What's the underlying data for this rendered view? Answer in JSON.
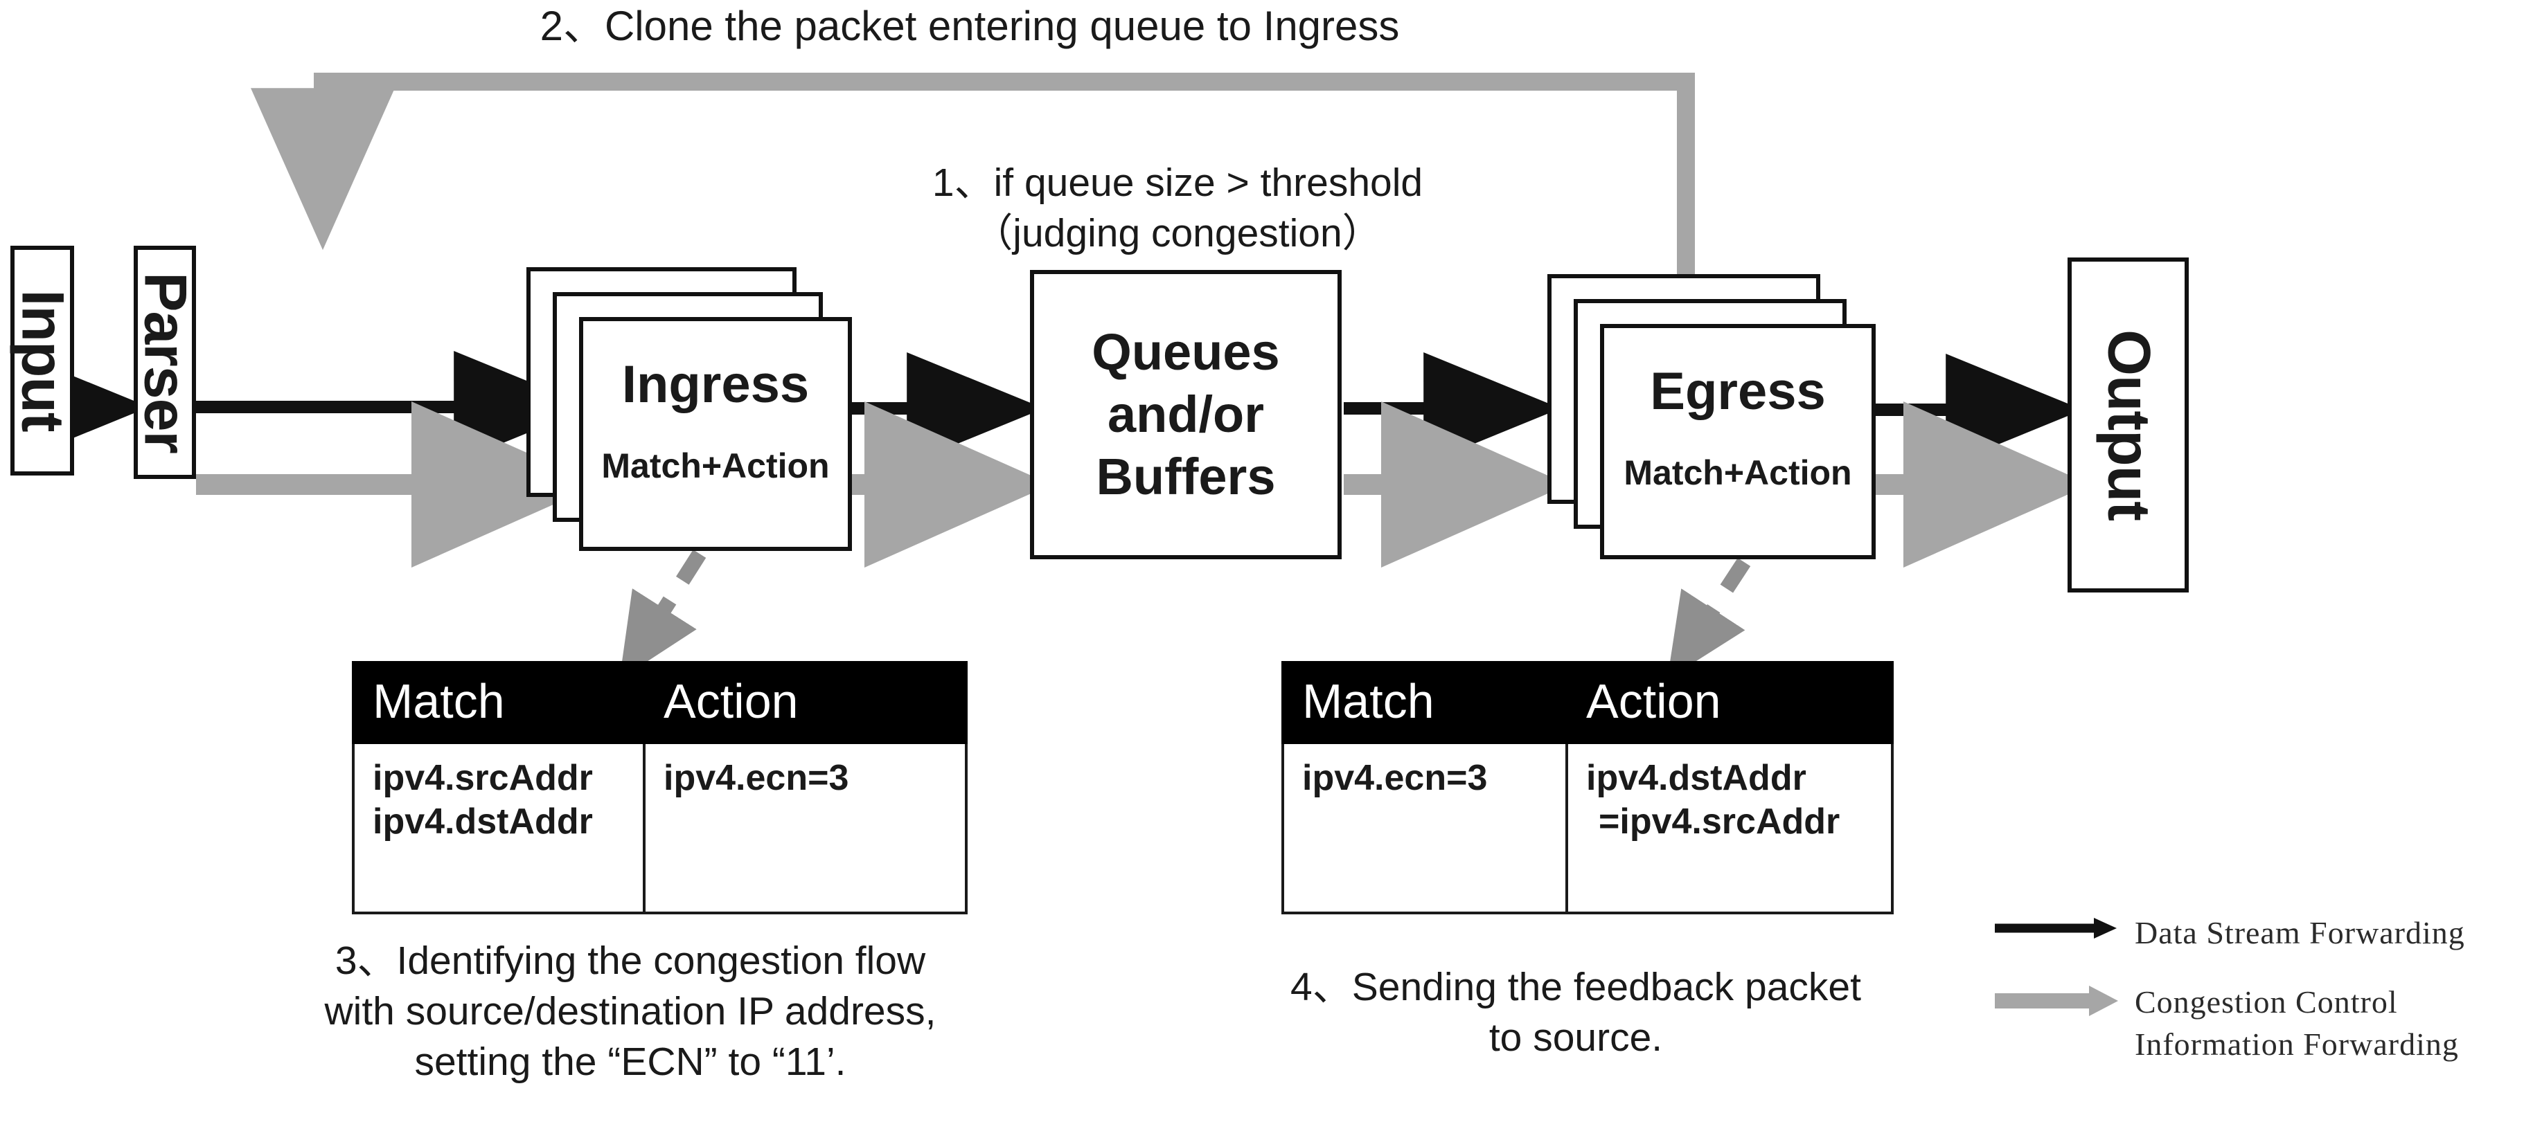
{
  "diagram": {
    "title": "P4 switch pipeline with ECN-based congestion control feedback",
    "colors": {
      "ink": "#111111",
      "gray_flow": "#a6a6a6",
      "header_fill": "#000000",
      "paper": "#ffffff"
    }
  },
  "pipeline": {
    "input": {
      "label": "Input"
    },
    "parser": {
      "label": "Parser"
    },
    "ingress": {
      "title": "Ingress",
      "subtitle": "Match+Action"
    },
    "queues": {
      "line1": "Queues",
      "line2": "and/or",
      "line3": "Buffers"
    },
    "egress": {
      "title": "Egress",
      "subtitle": "Match+Action"
    },
    "output": {
      "label": "Output"
    }
  },
  "notes": {
    "step1": "1、if queue size > threshold\n（judging congestion）",
    "step1_line1": "1、if queue size > threshold",
    "step1_line2": "（judging congestion）",
    "step2": "2、Clone the packet entering queue to Ingress",
    "step3_line1": "3、Identifying the congestion flow",
    "step3_line2": "with source/destination IP address,",
    "step3_line3": "setting the “ECN” to “11’.",
    "step4_line1": "4、Sending the feedback packet",
    "step4_line2": "to source."
  },
  "tables": {
    "ingress_table": {
      "headers": [
        "Match",
        "Action"
      ],
      "rows": [
        {
          "match": "ipv4.srcAddr\nipv4.dstAddr",
          "action": "ipv4.ecn=3"
        }
      ]
    },
    "egress_table": {
      "headers": [
        "Match",
        "Action"
      ],
      "rows": [
        {
          "match": "ipv4.ecn=3",
          "action": "ipv4.dstAddr\n=ipv4.srcAddr"
        }
      ]
    }
  },
  "legend": {
    "items": [
      {
        "style": "solid-black-arrow",
        "label": "Data Stream Forwarding"
      },
      {
        "style": "solid-gray-arrow",
        "label": "Congestion Control\nInformation Forwarding"
      }
    ]
  }
}
